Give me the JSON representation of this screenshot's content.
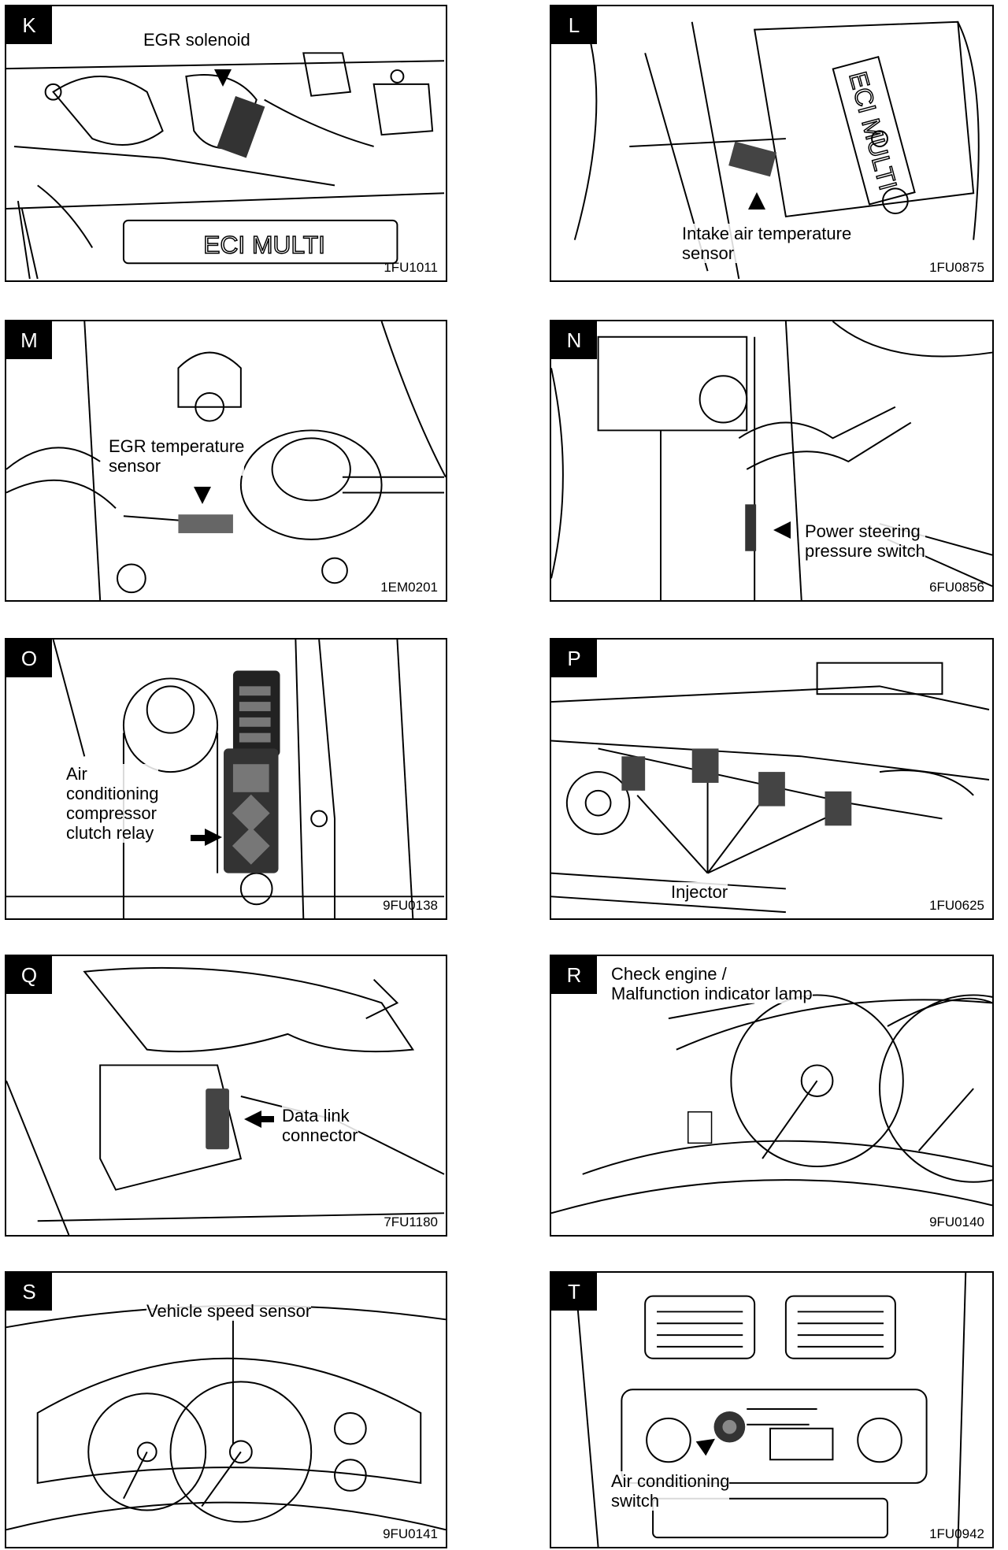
{
  "panels": {
    "k": {
      "letter": "K",
      "label": "EGR solenoid",
      "code": "1FU1011",
      "emblem": "ECI MULTI"
    },
    "l": {
      "letter": "L",
      "label": "Intake air temperature\nsensor",
      "code": "1FU0875",
      "emblem": "ECI MULTI"
    },
    "m": {
      "letter": "M",
      "label": "EGR temperature\nsensor",
      "code": "1EM0201"
    },
    "n": {
      "letter": "N",
      "label": "Power steering\npressure switch",
      "code": "6FU0856"
    },
    "o": {
      "letter": "O",
      "label": "Air\nconditioning\ncompressor\nclutch relay",
      "code": "9FU0138"
    },
    "p": {
      "letter": "P",
      "label": "Injector",
      "code": "1FU0625"
    },
    "q": {
      "letter": "Q",
      "label": "Data link\nconnector",
      "code": "7FU1180"
    },
    "r": {
      "letter": "R",
      "label": "Check engine /\nMalfunction indicator lamp",
      "code": "9FU0140"
    },
    "s": {
      "letter": "S",
      "label": "Vehicle speed sensor",
      "code": "9FU0141"
    },
    "t": {
      "letter": "T",
      "label": "Air conditioning\nswitch",
      "code": "1FU0942"
    }
  }
}
